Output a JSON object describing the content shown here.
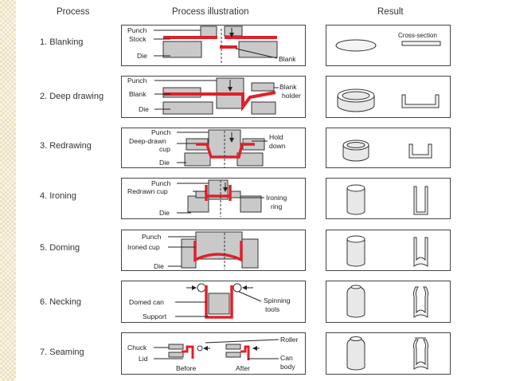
{
  "headers": {
    "process": "Process",
    "illustration": "Process illustration",
    "result": "Result"
  },
  "colors": {
    "accent": "#e0202a",
    "metal": "#c9c9c9",
    "outline": "#444444"
  },
  "rows": [
    {
      "label": "1. Blanking",
      "parts": {
        "a": "Punch",
        "b": "Stock",
        "c": "Die",
        "d": "Blank"
      },
      "result_note": "Cross-section"
    },
    {
      "label": "2. Deep drawing",
      "parts": {
        "a": "Punch",
        "b": "Blank",
        "c": "Die",
        "d1": "Blank",
        "d2": "holder"
      }
    },
    {
      "label": "3. Redrawing",
      "parts": {
        "a": "Punch",
        "b1": "Deep-drawn",
        "b2": "cup",
        "c": "Die",
        "d1": "Hold",
        "d2": "down"
      }
    },
    {
      "label": "4. Ironing",
      "parts": {
        "a": "Punch",
        "b": "Redrawn cup",
        "c": "Die",
        "d1": "Ironing",
        "d2": "ring"
      }
    },
    {
      "label": "5. Doming",
      "parts": {
        "a": "Punch",
        "b": "Ironed cup",
        "c": "Die"
      }
    },
    {
      "label": "6. Necking",
      "parts": {
        "a": "Domed can",
        "b": "Support",
        "c1": "Spinning",
        "c2": "tools"
      }
    },
    {
      "label": "7. Seaming",
      "parts": {
        "a": "Chuck",
        "b": "Lid",
        "c": "Before",
        "d": "After",
        "e": "Roller",
        "f1": "Can",
        "f2": "body"
      }
    }
  ]
}
